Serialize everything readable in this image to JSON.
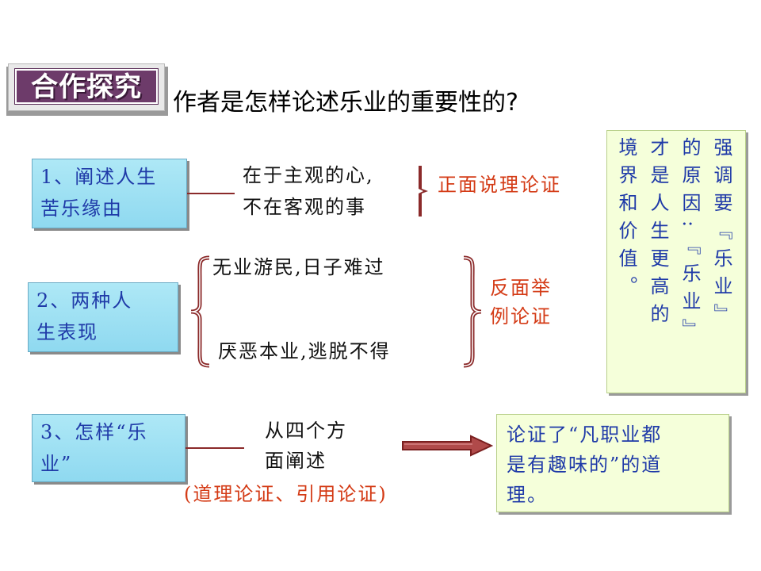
{
  "header": {
    "badge": "合作探究",
    "question": "作者是怎样论述乐业的重要性的?"
  },
  "topics": [
    {
      "line1": "1、阐述人生",
      "line2": "苦乐缘由"
    },
    {
      "line1": "2、两种人",
      "line2": "生表现"
    },
    {
      "line1": "3、怎样“乐",
      "line2": "业”"
    }
  ],
  "row1": {
    "line1": "在于主观的心,",
    "line2": "不在客观的事",
    "method": "正面说理论证"
  },
  "row2": {
    "line1": "无业游民,日子难过",
    "line2": "厌恶本业,逃脱不得",
    "method_line1": "反面举",
    "method_line2": "例论证"
  },
  "row3": {
    "line1": "从四个方",
    "line2": "面阐述",
    "method": "(道理论证、引用论证)"
  },
  "sidebar_vertical": {
    "col1": "强调要『乐业』",
    "col2": "的原因:『乐业』",
    "col3": "才是人生更高的",
    "col4": "境界和价值。"
  },
  "conclusion": {
    "line1": "论证了“凡职业都",
    "line2": "是有趣味的”的道",
    "line3": "理。"
  },
  "colors": {
    "badge_purple": "#6d3b6a",
    "topic_cyan": "#aee8f6",
    "text_blue": "#1f3aa8",
    "method_red": "#d43b16",
    "green_box": "#f5ffda"
  }
}
